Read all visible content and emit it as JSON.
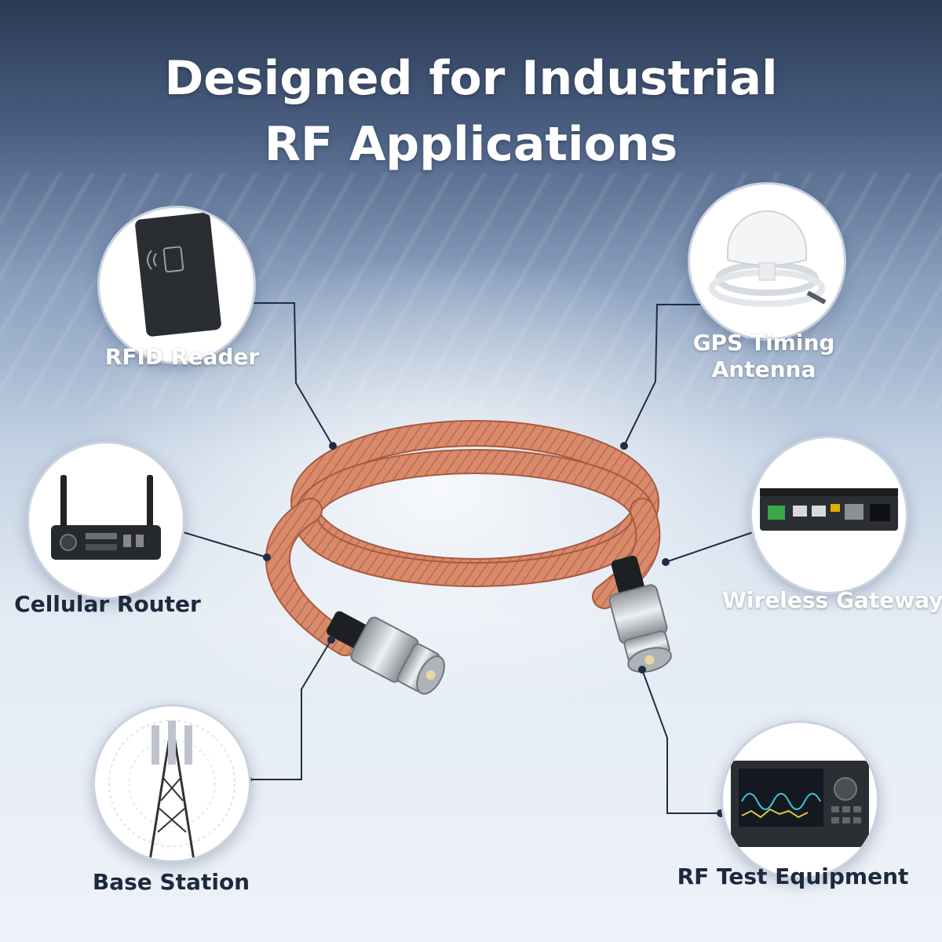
{
  "title": {
    "line1": "Designed for Industrial",
    "line2": "RF Applications"
  },
  "applications": [
    {
      "label": "RFID Reader",
      "icon": "rfid-reader-icon"
    },
    {
      "label": "GPS Timing",
      "label2": "Antenna",
      "icon": "gps-antenna-icon"
    },
    {
      "label": "Cellular Router",
      "icon": "cellular-router-icon"
    },
    {
      "label": "Wireless Gateway",
      "icon": "wireless-gateway-icon"
    },
    {
      "label": "Base Station",
      "icon": "cell-tower-icon"
    },
    {
      "label": "RF Test Equipment",
      "icon": "rf-test-equipment-icon"
    }
  ],
  "product": {
    "icon": "coaxial-cable-icon"
  },
  "colors": {
    "cable": "#d9896a",
    "connector": "#c9ccd0",
    "line": "#1f2d45",
    "label_light": "#ffffff",
    "label_dark": "#1c2a3e"
  }
}
